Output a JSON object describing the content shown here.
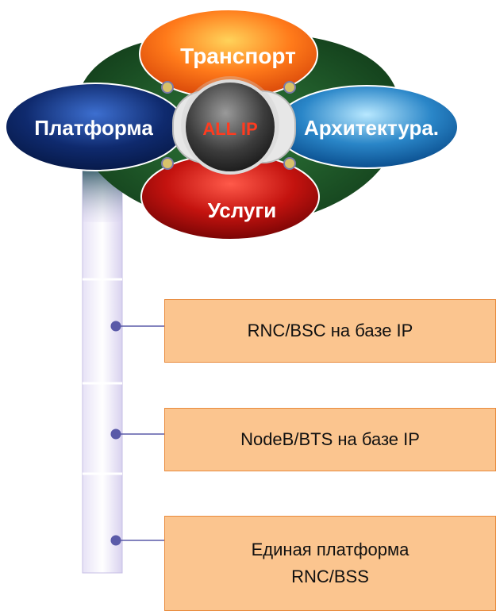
{
  "hub": {
    "center_label": "ALL IP",
    "ovals": {
      "top": "Транспорт",
      "left": "Платформа",
      "right": "Архитектура.",
      "bottom": "Услуги"
    }
  },
  "roadmap": {
    "items": [
      {
        "line1": "RNC/BSC на базе IP"
      },
      {
        "line1": "NodeB/BTS на базе IP"
      },
      {
        "line1": "Единая платформа",
        "line2": "RNC/BSS"
      }
    ]
  },
  "colors": {
    "transport": "#ff7a1a",
    "platform": "#0f2a6e",
    "architecture": "#2a86c8",
    "services": "#c4130f",
    "leaf": "#1f5a2a",
    "center_text": "#ff3b1f",
    "box_fill": "#fbc58f",
    "box_border": "#e88a3c",
    "connector": "#5a5aa8"
  }
}
